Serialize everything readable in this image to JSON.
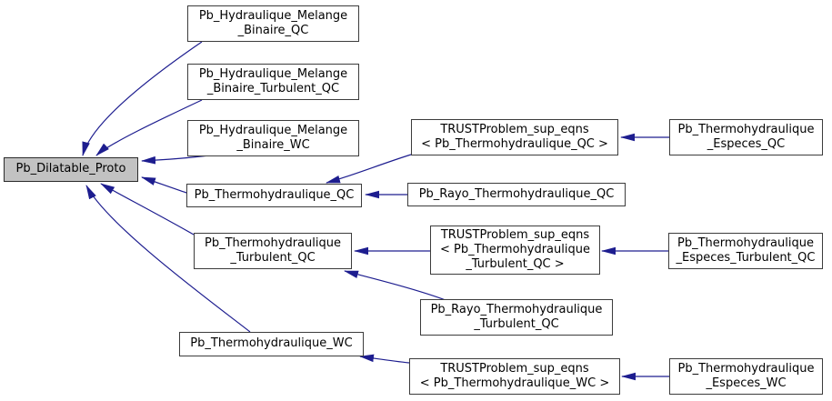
{
  "diagram_type": "class-inheritance-graph",
  "colors": {
    "background": "#ffffff",
    "node_fill": "#ffffff",
    "node_border": "#3c3c3c",
    "current_node_fill": "#c2c2c2",
    "edge": "#1d1d8f",
    "text": "#000000"
  },
  "nodes": {
    "proto": {
      "lines": [
        "Pb_Dilatable_Proto"
      ],
      "current": true
    },
    "hyd_binaire_qc": {
      "lines": [
        "Pb_Hydraulique_Melange",
        "_Binaire_QC"
      ]
    },
    "hyd_binaire_turb": {
      "lines": [
        "Pb_Hydraulique_Melange",
        "_Binaire_Turbulent_QC"
      ]
    },
    "hyd_binaire_wc": {
      "lines": [
        "Pb_Hydraulique_Melange",
        "_Binaire_WC"
      ]
    },
    "thermo_qc": {
      "lines": [
        "Pb_Thermohydraulique_QC"
      ]
    },
    "thermo_turb_qc": {
      "lines": [
        "Pb_Thermohydraulique",
        "_Turbulent_QC"
      ]
    },
    "thermo_wc": {
      "lines": [
        "Pb_Thermohydraulique_WC"
      ]
    },
    "trust_qc": {
      "lines": [
        "TRUSTProblem_sup_eqns",
        "< Pb_Thermohydraulique_QC >"
      ]
    },
    "rayo_qc": {
      "lines": [
        "Pb_Rayo_Thermohydraulique_QC"
      ]
    },
    "trust_turb_qc": {
      "lines": [
        "TRUSTProblem_sup_eqns",
        "< Pb_Thermohydraulique",
        "_Turbulent_QC >"
      ]
    },
    "rayo_turb_qc": {
      "lines": [
        "Pb_Rayo_Thermohydraulique",
        "_Turbulent_QC"
      ]
    },
    "trust_wc": {
      "lines": [
        "TRUSTProblem_sup_eqns",
        "< Pb_Thermohydraulique_WC >"
      ]
    },
    "especes_qc": {
      "lines": [
        "Pb_Thermohydraulique",
        "_Especes_QC"
      ]
    },
    "especes_turb_qc": {
      "lines": [
        "Pb_Thermohydraulique",
        "_Especes_Turbulent_QC"
      ]
    },
    "especes_wc": {
      "lines": [
        "Pb_Thermohydraulique",
        "_Especes_WC"
      ]
    }
  },
  "edges": [
    {
      "from": "Pb_Hydraulique_Melange_Binaire_QC",
      "to": "Pb_Dilatable_Proto"
    },
    {
      "from": "Pb_Hydraulique_Melange_Binaire_Turbulent_QC",
      "to": "Pb_Dilatable_Proto"
    },
    {
      "from": "Pb_Hydraulique_Melange_Binaire_WC",
      "to": "Pb_Dilatable_Proto"
    },
    {
      "from": "Pb_Thermohydraulique_QC",
      "to": "Pb_Dilatable_Proto"
    },
    {
      "from": "Pb_Thermohydraulique_Turbulent_QC",
      "to": "Pb_Dilatable_Proto"
    },
    {
      "from": "Pb_Thermohydraulique_WC",
      "to": "Pb_Dilatable_Proto"
    },
    {
      "from": "TRUSTProblem_sup_eqns< Pb_Thermohydraulique_QC >",
      "to": "Pb_Thermohydraulique_QC"
    },
    {
      "from": "Pb_Rayo_Thermohydraulique_QC",
      "to": "Pb_Thermohydraulique_QC"
    },
    {
      "from": "Pb_Thermohydraulique_Especes_QC",
      "to": "TRUSTProblem_sup_eqns< Pb_Thermohydraulique_QC >"
    },
    {
      "from": "TRUSTProblem_sup_eqns< Pb_Thermohydraulique_Turbulent_QC >",
      "to": "Pb_Thermohydraulique_Turbulent_QC"
    },
    {
      "from": "Pb_Rayo_Thermohydraulique_Turbulent_QC",
      "to": "Pb_Thermohydraulique_Turbulent_QC"
    },
    {
      "from": "Pb_Thermohydraulique_Especes_Turbulent_QC",
      "to": "TRUSTProblem_sup_eqns< Pb_Thermohydraulique_Turbulent_QC >"
    },
    {
      "from": "TRUSTProblem_sup_eqns< Pb_Thermohydraulique_WC >",
      "to": "Pb_Thermohydraulique_WC"
    },
    {
      "from": "Pb_Thermohydraulique_Especes_WC",
      "to": "TRUSTProblem_sup_eqns< Pb_Thermohydraulique_WC >"
    }
  ]
}
